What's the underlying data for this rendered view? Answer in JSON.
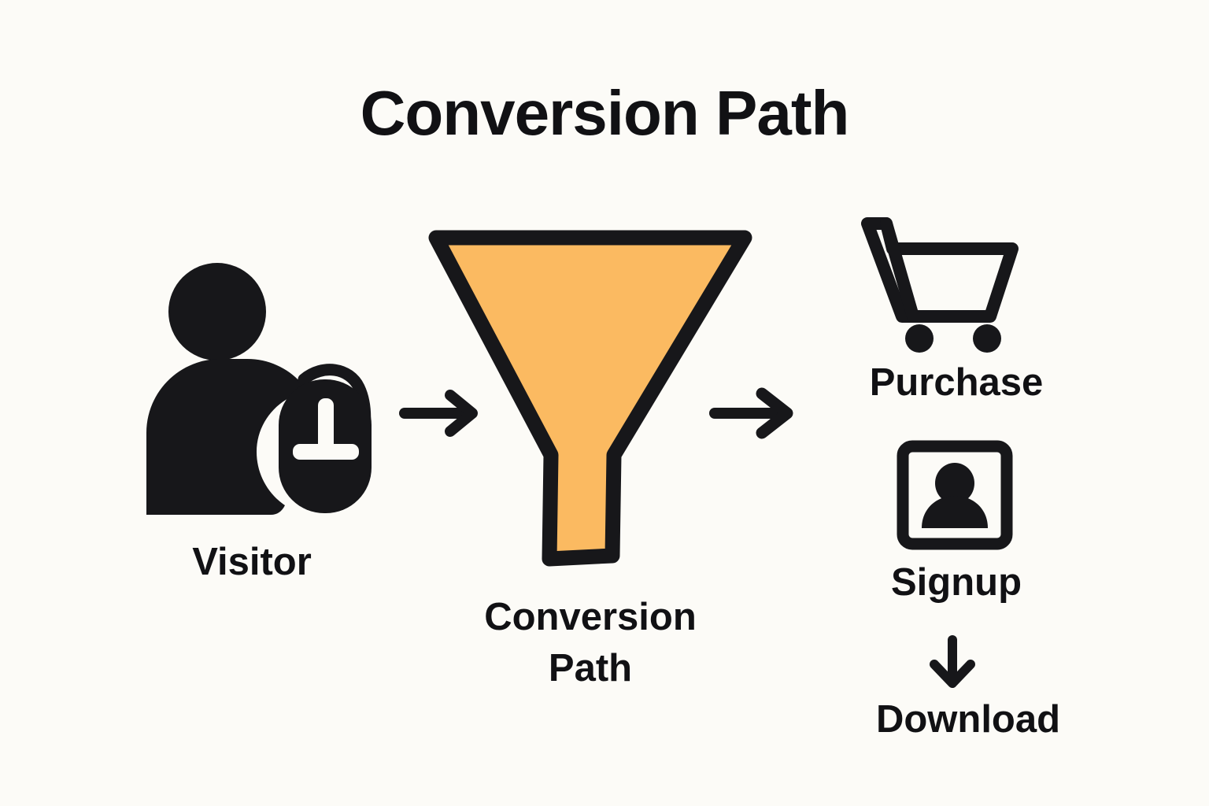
{
  "title": "Conversion Path",
  "colors": {
    "background": "#fcfbf7",
    "ink": "#17171a",
    "text": "#111114",
    "funnel_fill": "#fbba61",
    "funnel_stroke": "#17171a"
  },
  "diagram": {
    "type": "flow",
    "stages": [
      {
        "id": "visitor",
        "label": "Visitor",
        "icon": "user-with-mouse-icon",
        "column": "left"
      },
      {
        "id": "conversion-path",
        "label_lines": [
          "Conversion",
          "Path"
        ],
        "label": "Conversion Path",
        "icon": "funnel-icon",
        "column": "center"
      },
      {
        "id": "purchase",
        "label": "Purchase",
        "icon": "shopping-cart-icon",
        "column": "right"
      },
      {
        "id": "signup",
        "label": "Signup",
        "icon": "user-card-icon",
        "column": "right"
      },
      {
        "id": "download",
        "label": "Download",
        "icon": null,
        "column": "right"
      }
    ],
    "connectors": [
      {
        "id": "visitor-to-funnel",
        "icon": "arrow-right-icon",
        "from": "visitor",
        "to": "conversion-path"
      },
      {
        "id": "funnel-to-purchase",
        "icon": "arrow-right-icon",
        "from": "conversion-path",
        "to": "purchase"
      },
      {
        "id": "signup-to-download",
        "icon": "arrow-down-icon",
        "from": "signup",
        "to": "download"
      }
    ]
  }
}
